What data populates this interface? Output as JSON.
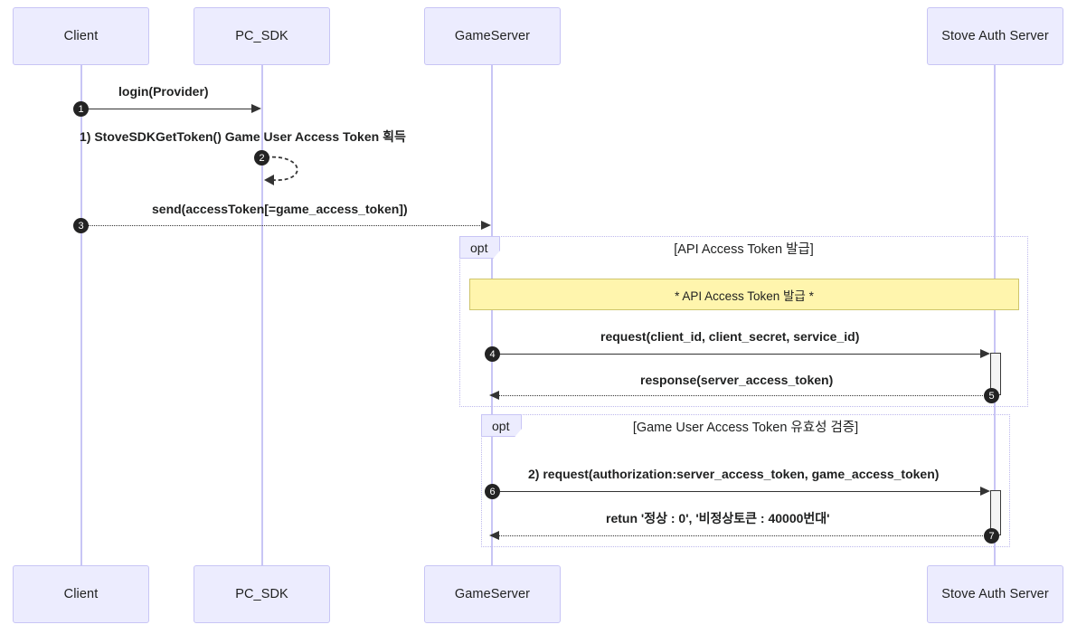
{
  "diagram": {
    "type": "uml-sequence-diagram",
    "participants": [
      {
        "id": "client",
        "label": "Client"
      },
      {
        "id": "pc_sdk",
        "label": "PC_SDK"
      },
      {
        "id": "gameserver",
        "label": "GameServer"
      },
      {
        "id": "stove_auth",
        "label": "Stove Auth Server"
      }
    ],
    "messages": [
      {
        "number": "1",
        "label": "login(Provider)",
        "from": "client",
        "to": "pc_sdk",
        "style": "solid"
      },
      {
        "number": "2",
        "label": "1) StoveSDKGetToken() Game User Access Token 획득",
        "from": "pc_sdk",
        "to": "pc_sdk",
        "style": "dashed-self"
      },
      {
        "number": "3",
        "label": "send(accessToken[=game_access_token])",
        "from": "client",
        "to": "gameserver",
        "style": "dashed"
      },
      {
        "number": "4",
        "label": "request(client_id, client_secret, service_id)",
        "from": "gameserver",
        "to": "stove_auth",
        "style": "solid"
      },
      {
        "number": "5",
        "label": "response(server_access_token)",
        "from": "stove_auth",
        "to": "gameserver",
        "style": "dashed"
      },
      {
        "number": "6",
        "label": "2) request(authorization:server_access_token, game_access_token)",
        "from": "gameserver",
        "to": "stove_auth",
        "style": "solid"
      },
      {
        "number": "7",
        "label": "retun '정상 : 0', '비정상토큰 : 40000번대'",
        "from": "stove_auth",
        "to": "gameserver",
        "style": "dashed"
      }
    ],
    "fragments": [
      {
        "id": "frag1",
        "operator": "opt",
        "title": "[API Access Token 발급]"
      },
      {
        "id": "frag2",
        "operator": "opt",
        "title": "[Game User Access Token 유효성 검증]"
      }
    ],
    "notes": [
      {
        "id": "note1",
        "text": "* API Access Token 발급 *"
      }
    ],
    "colors": {
      "participant_fill": "#ECECFE",
      "participant_border": "#C8C5F5",
      "lifeline": "#C8C5F5",
      "note_fill": "#FFF5AD",
      "note_border": "#CFC56B",
      "fragment_border": "#BDB8EC",
      "message_line": "#333333",
      "badge_fill": "#232323",
      "text": "#1F2020"
    }
  }
}
